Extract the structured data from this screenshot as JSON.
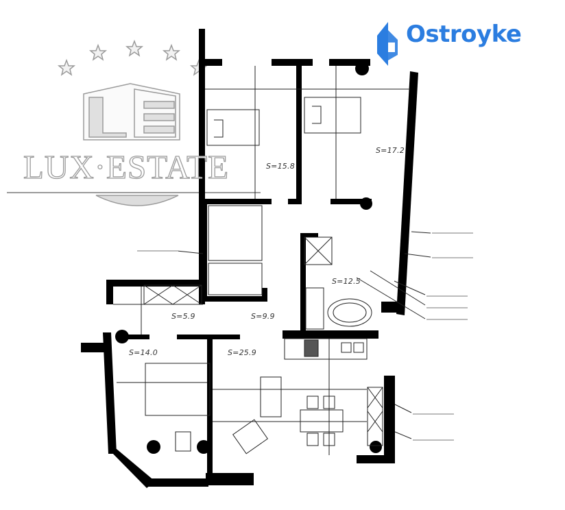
{
  "branding": {
    "ostroyke_logo": {
      "text": "Ostroyke",
      "color": "#2b7de0"
    },
    "lux_estate_logo": {
      "monogram": "LE",
      "text": "LUX·ESTATE",
      "stars": 5,
      "color": "#9a9a9a"
    }
  },
  "floor_plan": {
    "wall_color": "#000000",
    "rooms": [
      {
        "id": "bedroom-1",
        "label": "S=15.8",
        "area": 15.8
      },
      {
        "id": "bedroom-2",
        "label": "S=17.2",
        "area": 17.2
      },
      {
        "id": "bathroom",
        "label": "S=12.5",
        "area": 12.5
      },
      {
        "id": "hall",
        "label": "S=5.9",
        "area": 5.9
      },
      {
        "id": "corridor",
        "label": "S=9.9",
        "area": 9.9
      },
      {
        "id": "bedroom-3",
        "label": "S=14.0",
        "area": 14.0
      },
      {
        "id": "living-kitchen",
        "label": "S=25.9",
        "area": 25.9
      }
    ],
    "annotations": [
      "annotation-1",
      "annotation-2",
      "annotation-3",
      "annotation-4",
      "annotation-5",
      "annotation-6",
      "annotation-7",
      "annotation-8"
    ]
  }
}
